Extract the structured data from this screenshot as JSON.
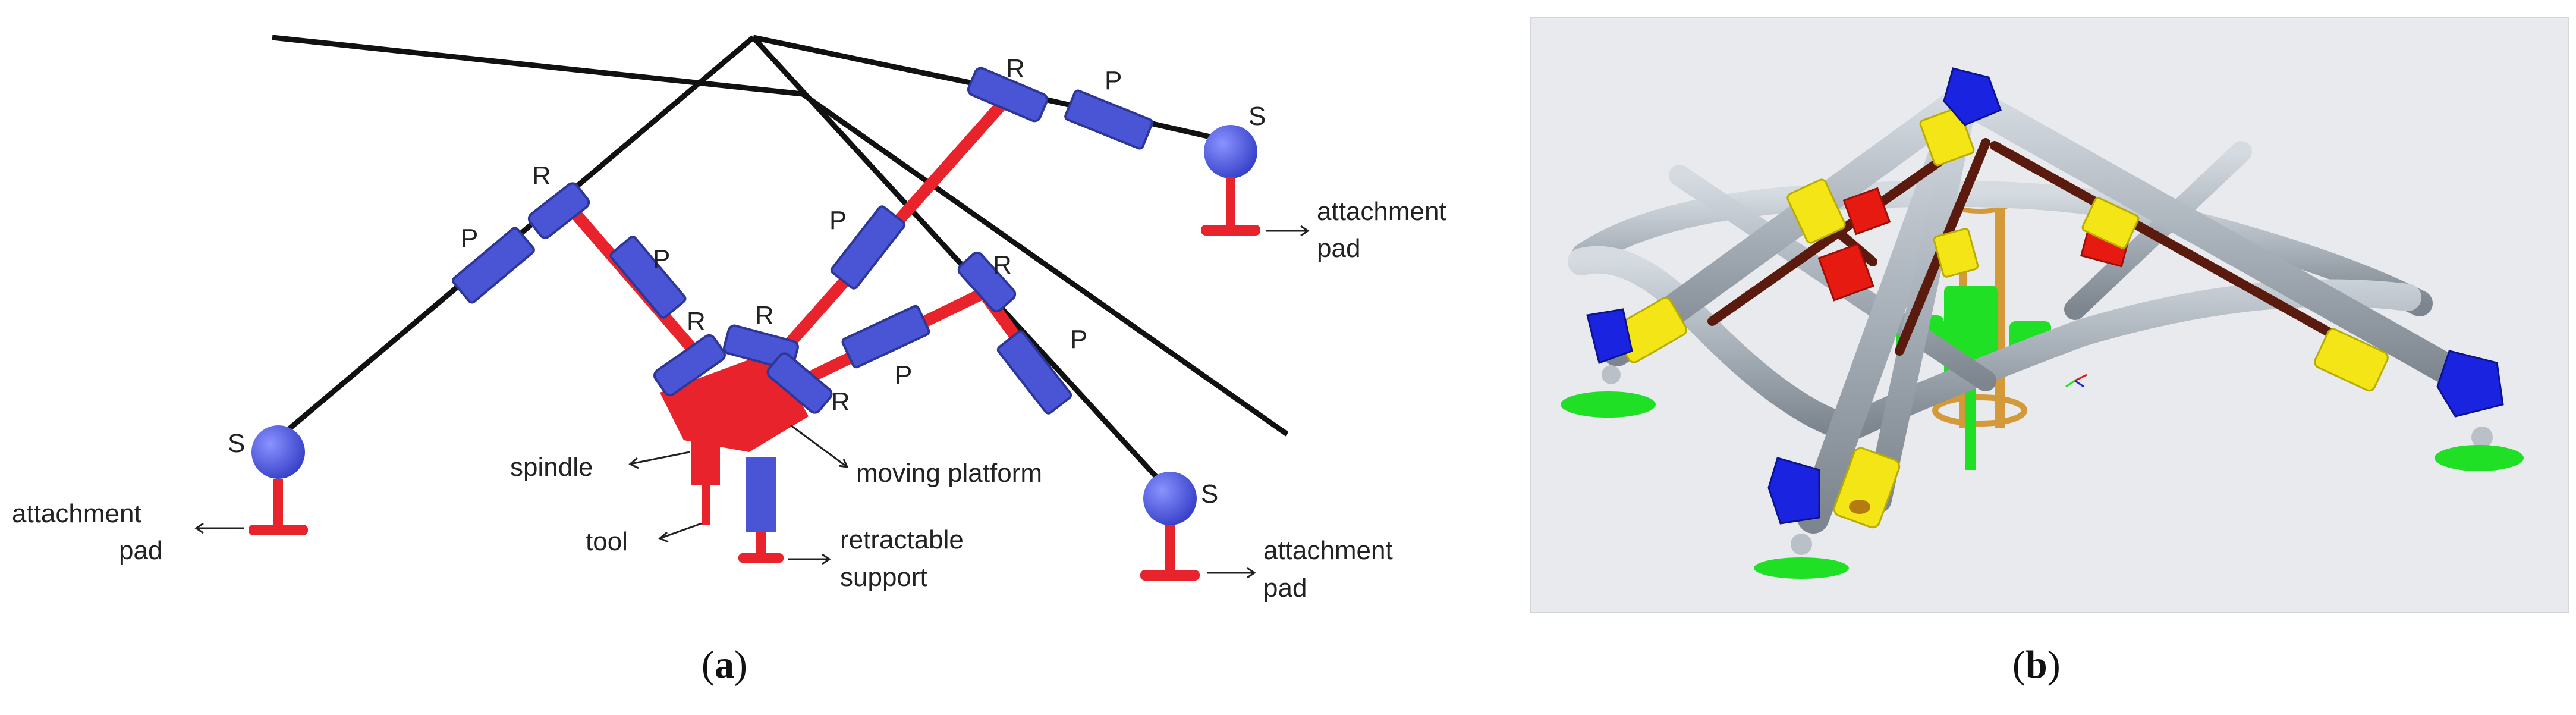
{
  "colors": {
    "link": "#111111",
    "rod": "#e8232b",
    "joint": "#4a55d6",
    "joint_dark": "#2d3799",
    "render_bg": "#e8eaee",
    "tube": "#a9b1ba",
    "yellow": "#f4e516",
    "green": "#1fe025",
    "blue_block": "#1a24e0",
    "red_block": "#e61a10",
    "copper": "#d49a3a"
  },
  "panel_a": {
    "caption_letter": "a",
    "labels": {
      "R": "R",
      "P": "P",
      "S": "S",
      "spindle": "spindle",
      "tool": "tool",
      "moving_platform": "moving platform",
      "attachment": "attachment",
      "pad": "pad",
      "retractable": "retractable",
      "support": "support"
    }
  },
  "panel_b": {
    "caption_letter": "b"
  }
}
